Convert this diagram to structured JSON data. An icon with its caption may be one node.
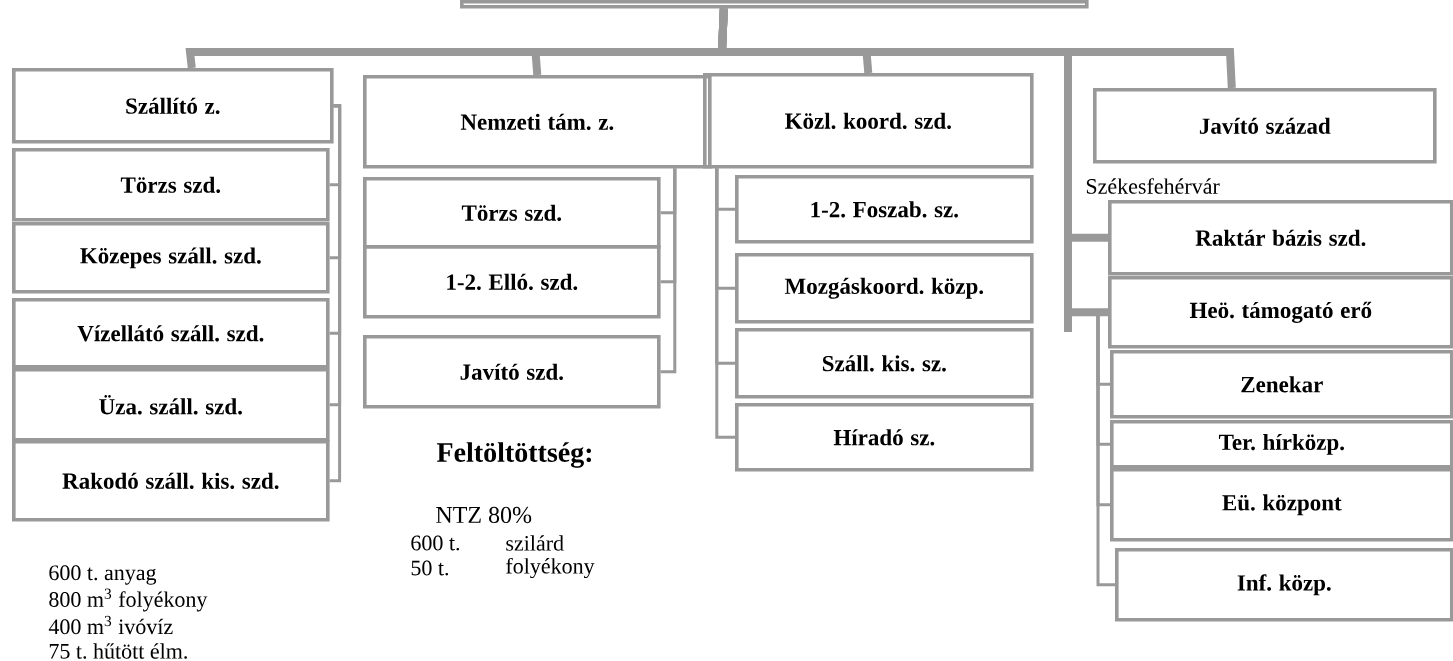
{
  "diagram": {
    "nodes": [
      {
        "text": [],
        "shape": "box"
      },
      {
        "text": [
          "Szállító z."
        ]
      },
      {
        "text": [
          "Törzs szd."
        ]
      },
      {
        "text": [
          "Közepes száll. szd."
        ]
      },
      {
        "text": [
          "Vízellátó száll. szd."
        ]
      },
      {
        "text": [
          "Üza. száll. szd."
        ]
      },
      {
        "text": [
          "Rakodó száll. kis. szd."
        ]
      },
      {
        "text": [
          "Nemzeti tám. z."
        ]
      },
      {
        "text": [
          "Törzs szd."
        ]
      },
      {
        "text": [
          "1-2. Elló. szd."
        ]
      },
      {
        "text": [
          "Javító szd."
        ]
      },
      {
        "text": [
          "Közl. koord. szd."
        ]
      },
      {
        "text": [
          "1-2. Foszab. sz."
        ]
      },
      {
        "text": [
          "Mozgáskoord. közp."
        ]
      },
      {
        "text": [
          "Száll. kis. sz."
        ]
      },
      {
        "text": [
          "Híradó sz."
        ]
      },
      {
        "text": [
          "Javító század"
        ],
        "beside": [
          "Székesfehérvár"
        ]
      },
      {
        "text": [
          "Raktár bázis szd."
        ]
      },
      {
        "text": [
          "Heö. támogató erő"
        ]
      },
      {
        "text": [
          "Zenekar"
        ]
      },
      {
        "text": [
          "Ter. hírközp."
        ]
      },
      {
        "text": [
          "Eü. központ"
        ]
      },
      {
        "text": [
          "Inf. közp."
        ]
      }
    ],
    "edges": [
      {
        "from": 0,
        "to": 1,
        "arrow": "none",
        "style": "thick"
      },
      {
        "from": 0,
        "to": 7,
        "arrow": "none",
        "style": "thick"
      },
      {
        "from": 0,
        "to": 11,
        "arrow": "none",
        "style": "thick"
      },
      {
        "from": 0,
        "to": 16,
        "arrow": "none",
        "style": "thick"
      },
      {
        "from": 0,
        "to": 17,
        "arrow": "none",
        "style": "thick"
      },
      {
        "from": 0,
        "to": 18,
        "arrow": "none",
        "style": "thick"
      },
      {
        "from": 1,
        "to": 2,
        "arrow": "none"
      },
      {
        "from": 1,
        "to": 3,
        "arrow": "none"
      },
      {
        "from": 1,
        "to": 4,
        "arrow": "none"
      },
      {
        "from": 1,
        "to": 5,
        "arrow": "none"
      },
      {
        "from": 1,
        "to": 6,
        "arrow": "none"
      },
      {
        "from": 7,
        "to": 8,
        "arrow": "none"
      },
      {
        "from": 7,
        "to": 9,
        "arrow": "none"
      },
      {
        "from": 7,
        "to": 10,
        "arrow": "none"
      },
      {
        "from": 11,
        "to": 12,
        "arrow": "none"
      },
      {
        "from": 11,
        "to": 13,
        "arrow": "none"
      },
      {
        "from": 11,
        "to": 14,
        "arrow": "none"
      },
      {
        "from": 11,
        "to": 15,
        "arrow": "none"
      },
      {
        "from": 18,
        "to": 19,
        "arrow": "none"
      },
      {
        "from": 18,
        "to": 20,
        "arrow": "none"
      },
      {
        "from": 18,
        "to": 21,
        "arrow": "none"
      },
      {
        "from": 18,
        "to": 22,
        "arrow": "none"
      }
    ],
    "labels": [
      "Feltöltöttség:",
      "NTZ 80%",
      "600 t.",
      "szilárd",
      "50 t.",
      "folyékony",
      "600 t. anyag",
      "800 m$^{3}$ folyékony",
      "400 m$^{3}$ ivóvíz",
      "75 t. hűtött élm."
    ]
  }
}
